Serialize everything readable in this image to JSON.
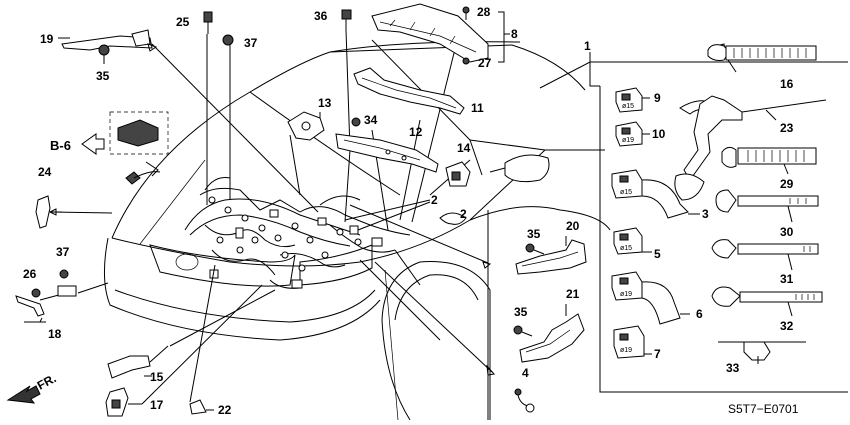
{
  "diagram_code": "S5T7−E0701",
  "ref_label": "B-6",
  "front_label": "FR.",
  "callouts": [
    "1",
    "2",
    "2",
    "3",
    "4",
    "5",
    "6",
    "7",
    "8",
    "9",
    "10",
    "11",
    "12",
    "13",
    "14",
    "15",
    "16",
    "17",
    "18",
    "19",
    "20",
    "21",
    "22",
    "23",
    "24",
    "25",
    "26",
    "27",
    "28",
    "29",
    "30",
    "31",
    "32",
    "33",
    "34",
    "35",
    "35",
    "35",
    "36",
    "37",
    "37"
  ],
  "connector_sizes": [
    "ø15",
    "ø19",
    "ø15",
    "ø15",
    "ø19",
    "ø19"
  ]
}
